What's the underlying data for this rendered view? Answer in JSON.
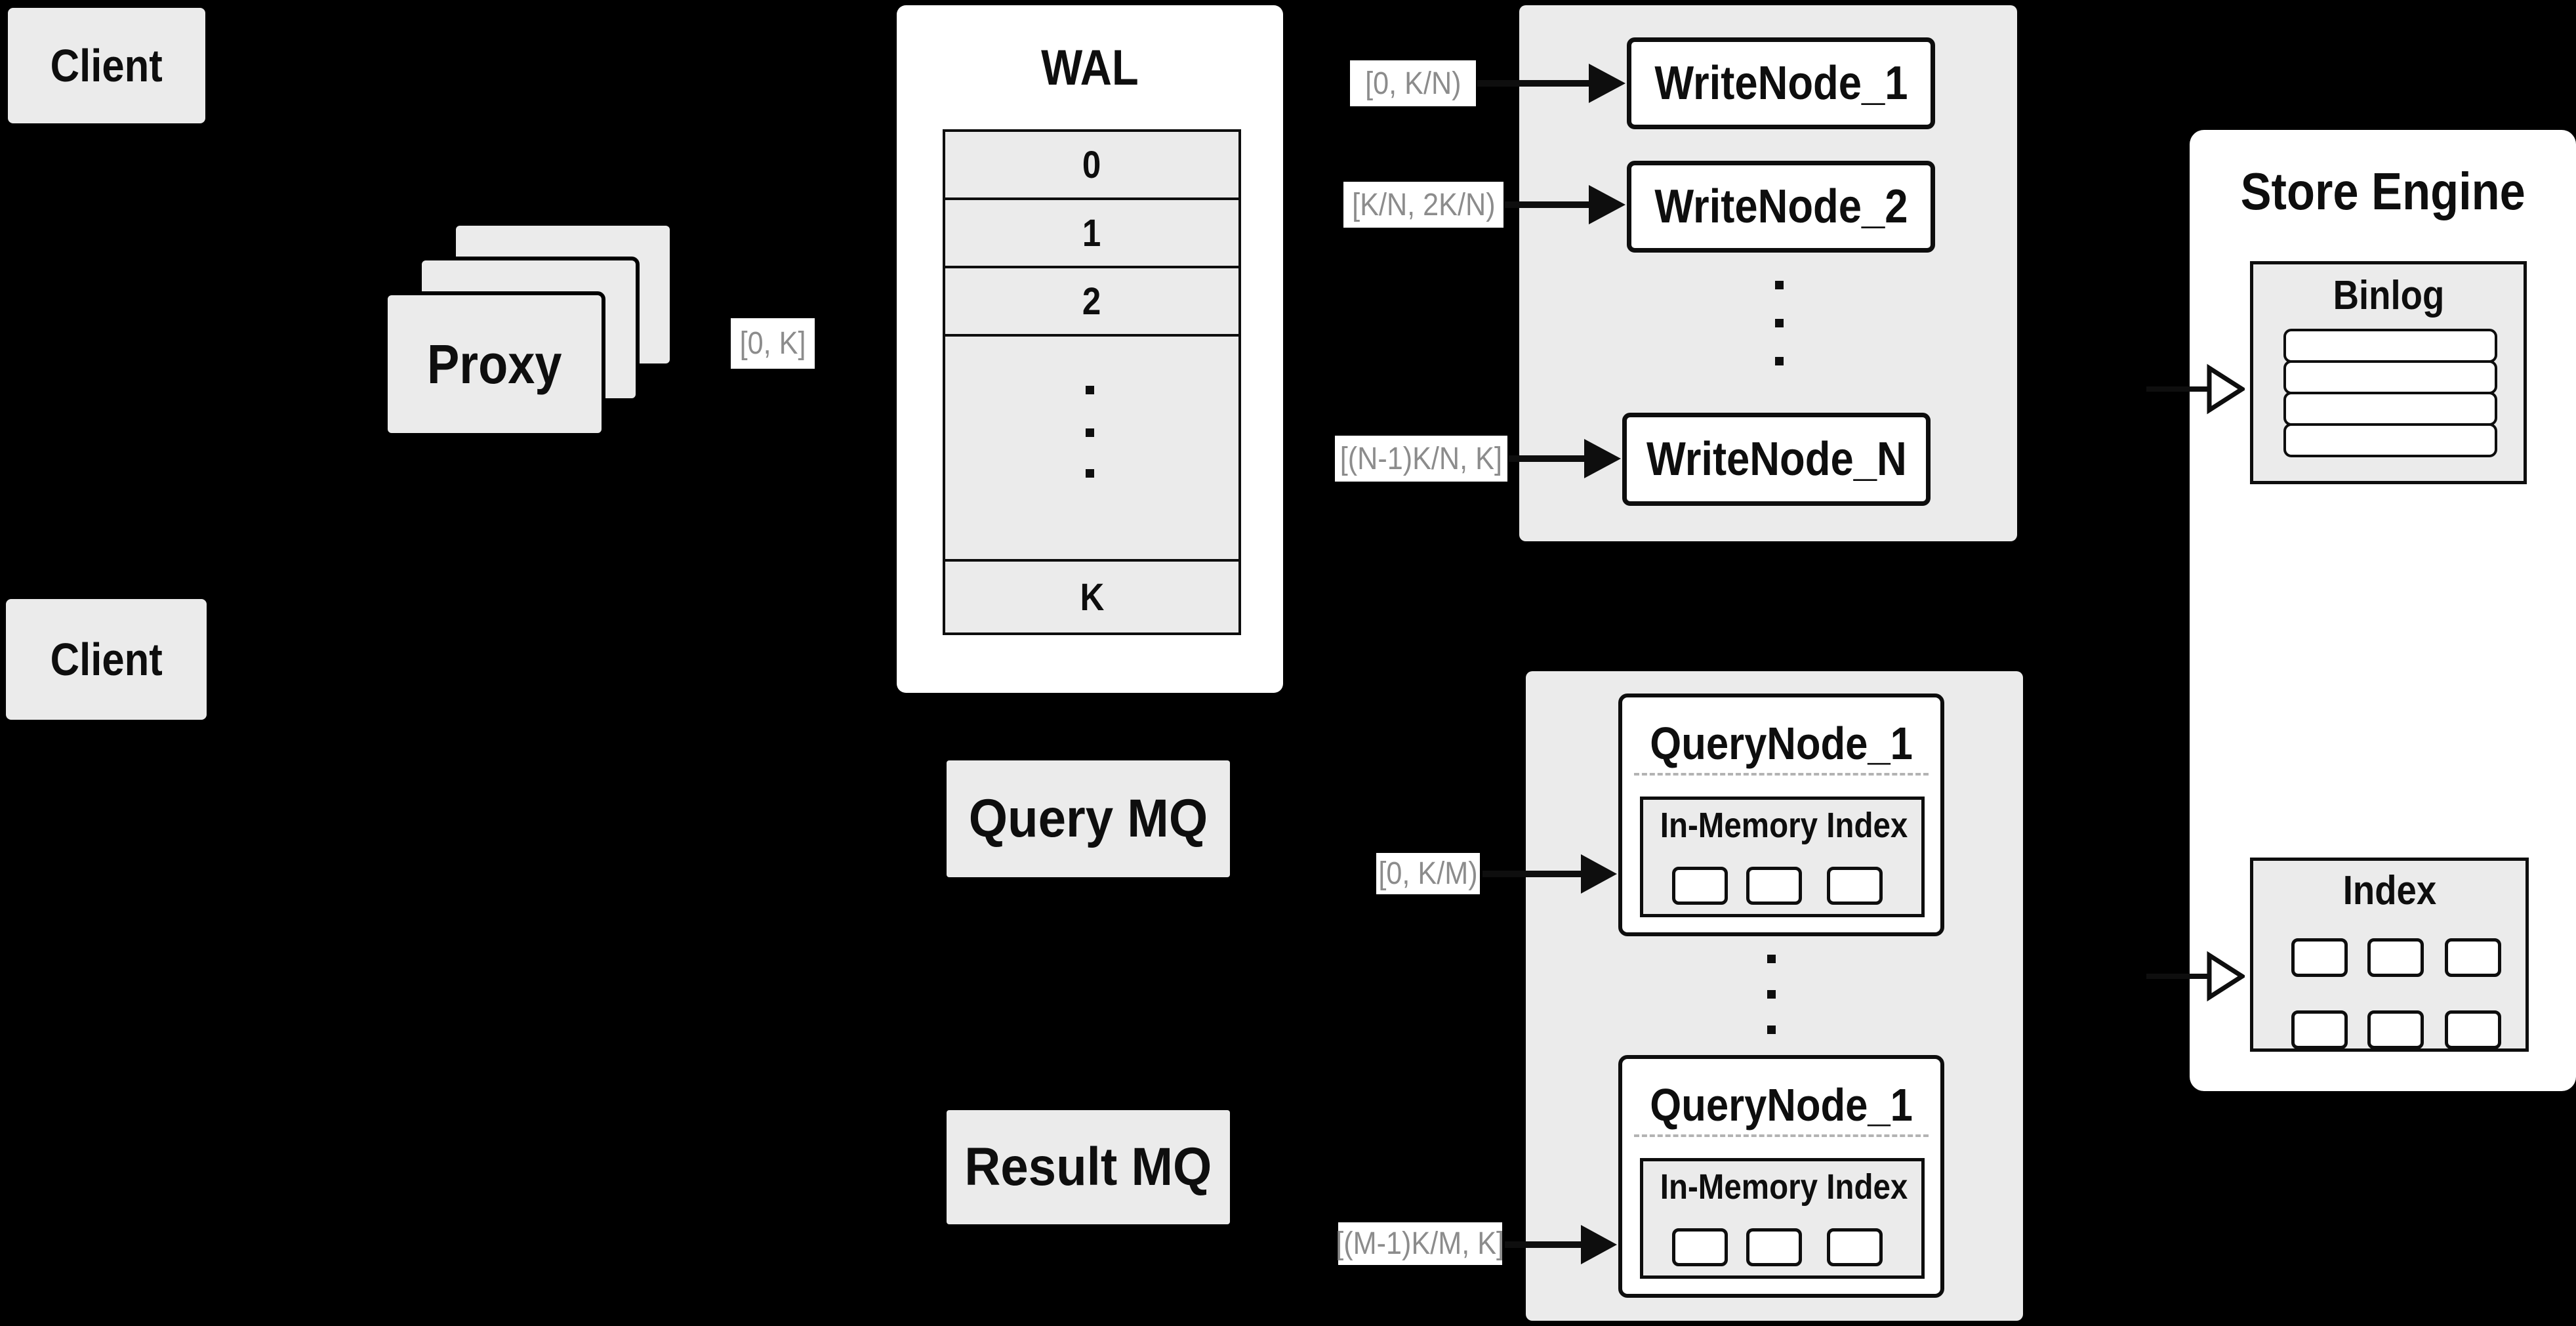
{
  "colors": {
    "bg": "#000000",
    "surface": "#ebebeb",
    "white": "#ffffff",
    "ink": "#0e0e0e",
    "label_text": "#8c8c8c",
    "dash": "#b3b3b3"
  },
  "client_top": {
    "label": "Client"
  },
  "client_bottom": {
    "label": "Client"
  },
  "proxy": {
    "label": "Proxy"
  },
  "range_labels": {
    "proxy_to_wal": "[0, K]",
    "wal_to_writenode1": "[0,  K/N)",
    "wal_to_writenode2": "[K/N, 2K/N)",
    "wal_to_writenoden": "[(N-1)K/N,  K]",
    "querymq_to_querynode1": "[0, K/M)",
    "querymq_to_querynodem": "[(M-1)K/M, K]"
  },
  "wal": {
    "title": "WAL",
    "segments": [
      "0",
      "1",
      "2"
    ],
    "last_segment": "K"
  },
  "write_panel": {
    "nodes": [
      "WriteNode_1",
      "WriteNode_2",
      "WriteNode_N"
    ]
  },
  "store_engine": {
    "title": "Store Engine",
    "binlog_title": "Binlog",
    "binlog_rows": 4,
    "index_title": "Index",
    "index_cells": 6
  },
  "mq": {
    "query_label": "Query MQ",
    "result_label": "Result MQ"
  },
  "query_panel": {
    "node_top_title": "QueryNode_1",
    "node_bottom_title": "QueryNode_1",
    "inner_title": "In-Memory Index",
    "inner_cells_per_node": 3
  }
}
